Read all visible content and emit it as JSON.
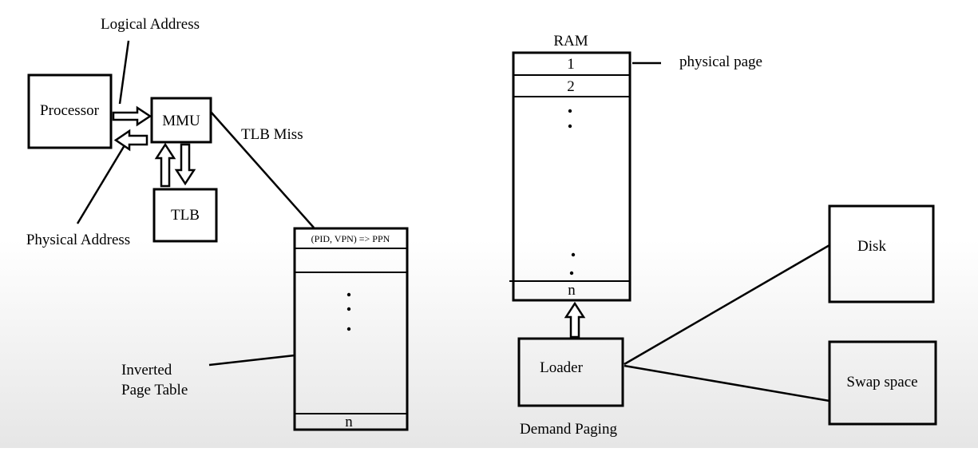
{
  "diagram": {
    "labels": {
      "logical_address": "Logical Address",
      "physical_address": "Physical Address",
      "processor": "Processor",
      "mmu": "MMU",
      "tlb": "TLB",
      "tlb_miss": "TLB Miss",
      "inverted_page_table_line1": "Inverted",
      "inverted_page_table_line2": "Page Table",
      "ipt_header": "(PID, VPN) => PPN",
      "ipt_last_row": "n",
      "ram": "RAM",
      "ram_row1": "1",
      "ram_row2": "2",
      "ram_last_row": "n",
      "physical_page": "physical page",
      "loader": "Loader",
      "demand_paging": "Demand Paging",
      "disk": "Disk",
      "swap_space": "Swap space"
    }
  }
}
